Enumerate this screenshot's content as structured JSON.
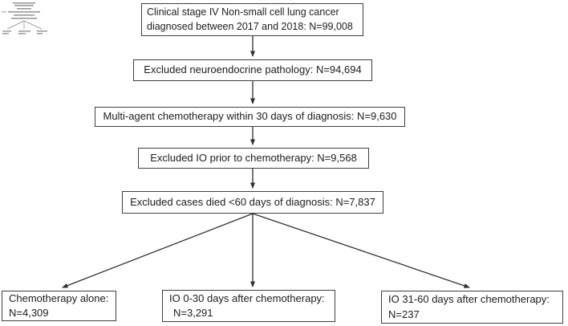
{
  "colors": {
    "background": "#ffffff",
    "box_border": "#3f3f3f",
    "arrow": "#303030",
    "text": "#1c1c1c"
  },
  "flowchart": {
    "boxes": [
      {
        "id": "stage-iv",
        "lines": [
          "Clinical stage IV Non-small cell lung cancer",
          "diagnosed between 2017 and 2018: N=99,008"
        ]
      },
      {
        "id": "excluded-neuroendocrine",
        "lines": [
          "Excluded neuroendocrine pathology: N=94,694"
        ]
      },
      {
        "id": "multi-agent-chemotherapy",
        "lines": [
          "Multi-agent chemotherapy within 30 days of diagnosis: N=9,630"
        ]
      },
      {
        "id": "excluded-io-prior",
        "lines": [
          "Excluded IO prior to chemotherapy: N=9,568"
        ]
      },
      {
        "id": "excluded-died-60-days",
        "lines": [
          "Excluded cases died <60 days of diagnosis: N=7,837"
        ]
      },
      {
        "id": "chemotherapy-alone",
        "lines": [
          "Chemotherapy alone:",
          "N=4,309"
        ]
      },
      {
        "id": "io-0-30-days",
        "lines": [
          "IO 0-30 days after chemotherapy:",
          "N=3,291"
        ]
      },
      {
        "id": "io-31-60-days",
        "lines": [
          "IO 31-60 days after chemotherapy:",
          "N=237"
        ]
      }
    ],
    "connections": [
      {
        "from": "stage-iv",
        "to": "excluded-neuroendocrine"
      },
      {
        "from": "excluded-neuroendocrine",
        "to": "multi-agent-chemotherapy"
      },
      {
        "from": "multi-agent-chemotherapy",
        "to": "excluded-io-prior"
      },
      {
        "from": "excluded-io-prior",
        "to": "excluded-died-60-days"
      },
      {
        "from": "excluded-died-60-days",
        "to": "chemotherapy-alone"
      },
      {
        "from": "excluded-died-60-days",
        "to": "io-0-30-days"
      },
      {
        "from": "excluded-died-60-days",
        "to": "io-31-60-days"
      }
    ]
  }
}
